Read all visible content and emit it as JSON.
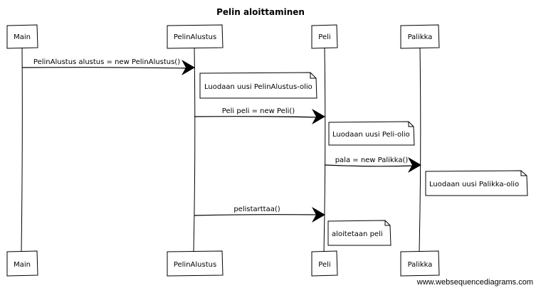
{
  "title": "Pelin aloittaminen",
  "participants": [
    {
      "id": "main",
      "label": "Main"
    },
    {
      "id": "pelinalustus",
      "label": "PelinAlustus"
    },
    {
      "id": "peli",
      "label": "Peli"
    },
    {
      "id": "palikka",
      "label": "Palikka"
    }
  ],
  "messages": [
    {
      "from": "main",
      "to": "pelinalustus",
      "label": "PelinAlustus alustus = new PelinAlustus()"
    },
    {
      "from": "pelinalustus",
      "to": "peli",
      "label": "Peli peli = new Peli()"
    },
    {
      "from": "peli",
      "to": "palikka",
      "label": "pala = new Palikka()"
    },
    {
      "from": "pelinalustus",
      "to": "peli",
      "label": "pelistarttaa()"
    }
  ],
  "notes": [
    {
      "participant": "pelinalustus",
      "text": "Luodaan uusi PelinAlustus-olio"
    },
    {
      "participant": "peli",
      "text": "Luodaan uusi Peli-olio"
    },
    {
      "participant": "palikka",
      "text": "Luodaan uusi Palikka-olio"
    },
    {
      "participant": "peli",
      "text": "aloitetaan peli"
    }
  ],
  "watermark": "www.websequencediagrams.com"
}
